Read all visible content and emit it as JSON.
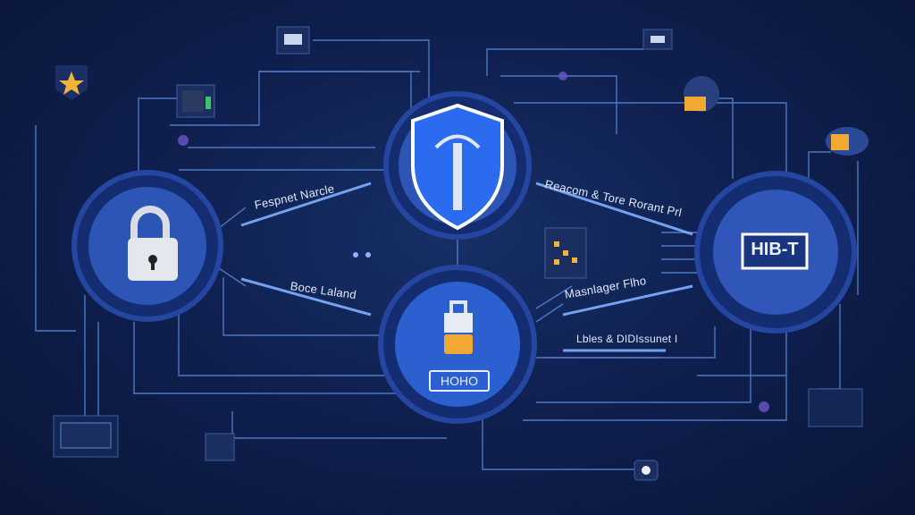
{
  "labels": {
    "left_top": "Fespnet Narcle",
    "left_bottom": "Boce Laland",
    "right_top": "Reacom & Tore Rorant Prl",
    "right_middle": "Masnlager Flho",
    "right_bottom": "Lbles & DIDIssunet I"
  },
  "hubs": {
    "right_badge": "HIB-T",
    "bottom_badge": "HOHO"
  },
  "colors": {
    "background": "#0f2050",
    "hub": "#2f56b8",
    "line": "#5b8ce0",
    "accent": "#f2a933"
  }
}
